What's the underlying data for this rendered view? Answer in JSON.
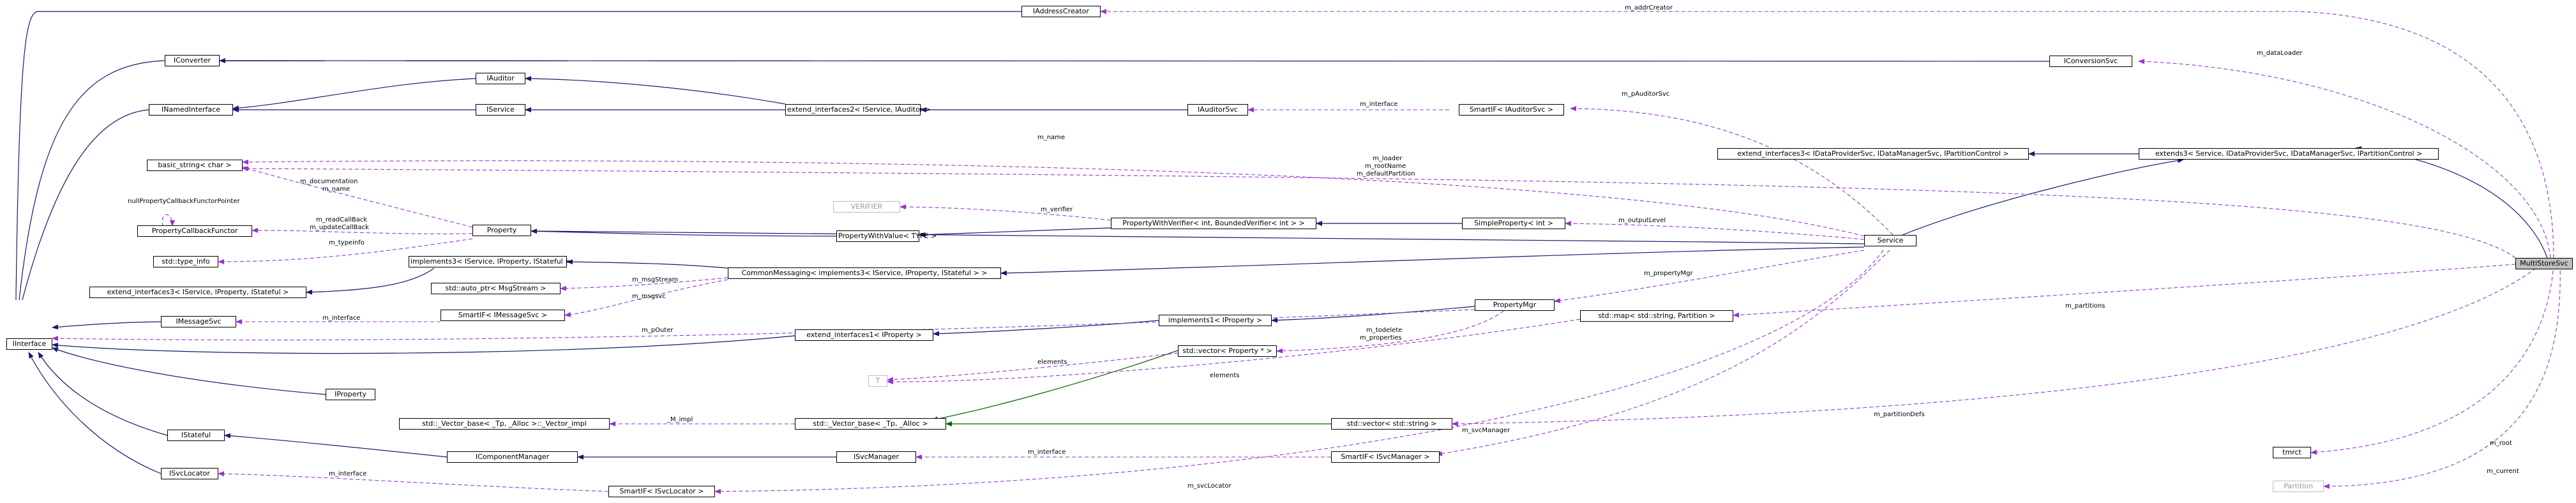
{
  "colors": {
    "inheritance": "#191970",
    "public_inheritance": "#006400",
    "usage": "#9a32cd",
    "box_border": "#000000",
    "ghost_border": "#bfbfbf",
    "root_fill": "#bfbfbf"
  },
  "nodes": {
    "IAddressCreator": "IAddressCreator",
    "IConverter": "IConverter",
    "IConversionSvc": "IConversionSvc",
    "IAuditor": "IAuditor",
    "INamedInterface": "INamedInterface",
    "IService": "IService",
    "ext2": "extend_interfaces2< IService, IAuditor >",
    "IAuditorSvc": "IAuditorSvc",
    "SmartIFAuditor": "SmartIF< IAuditorSvc >",
    "basicString": "basic_string< char >",
    "ext3": "extend_interfaces3< IDataProviderSvc, IDataManagerSvc, IPartitionControl >",
    "extends3": "extends3< Service, IDataProviderSvc, IDataManagerSvc, IPartitionControl >",
    "PCFP": "PropertyCallbackFunctor",
    "VERIFIER": "VERIFIER",
    "Property": "Property",
    "PWV": "PropertyWithValue< TYPE >",
    "PWVerifier": "PropertyWithVerifier< int, BoundedVerifier< int > >",
    "SimpleProperty": "SimpleProperty< int >",
    "typeInfo": "std::type_info",
    "impl3": "implements3< IService, IProperty, IStateful >",
    "extIf3": "extend_interfaces3< IService, IProperty, IStateful >",
    "CommonMessaging": "CommonMessaging< implements3< IService, IProperty, IStateful > >",
    "Service": "Service",
    "MultiStoreSvc": "MultiStoreSvc",
    "autoPtr": "std::auto_ptr< MsgStream >",
    "IMessageSvc": "IMessageSvc",
    "SmartIFMsg": "SmartIF< IMessageSvc >",
    "PropertyMgr": "PropertyMgr",
    "impl1": "implements1< IProperty >",
    "IInterface": "IInterface",
    "extIf1": "extend_interfaces1< IProperty >",
    "vecProp": "std::vector< Property * >",
    "stdMap": "std::map< std::string, Partition >",
    "T": "T",
    "IProperty": "IProperty",
    "vecBaseImpl": "std::_Vector_base< _Tp, _Alloc >::_Vector_impl",
    "vecBase": "std::_Vector_base< _Tp, _Alloc >",
    "vecString": "std::vector< std::string >",
    "IStateful": "IStateful",
    "IComponentManager": "IComponentManager",
    "ISvcManager": "ISvcManager",
    "SmartIFSvcMgr": "SmartIF< ISvcManager >",
    "tmrct": "tmrct",
    "ISvcLocator": "ISvcLocator",
    "SmartIFSvcLoc": "SmartIF< ISvcLocator >",
    "Partition": "Partition"
  },
  "labels": {
    "m_addrCreator": "m_addrCreator",
    "m_dataLoader": "m_dataLoader",
    "m_pAuditorSvc": "m_pAuditorSvc",
    "m_interface_auditor": "m_interface",
    "m_name": "m_name",
    "m_loader": "m_loader",
    "m_rootName": "m_rootName",
    "m_defaultPartition": "m_defaultPartition",
    "nullPCFP": "nullPropertyCallbackFunctorPointer",
    "m_documentation": "m_documentation",
    "m_name2": "m_name",
    "m_readCallBack": "m_readCallBack",
    "m_updateCallBack": "m_updateCallBack",
    "m_typeinfo": "m_typeinfo",
    "m_verifier": "m_verifier",
    "m_outputLevel": "m_outputLevel",
    "m_msgStream": "m_msgStream",
    "m_propertyMgr": "m_propertyMgr",
    "m_msgsvc": "m_msgsvc",
    "m_interface_msg": "m_interface",
    "m_pOuter": "m_pOuter",
    "m_todelete": "m_todelete",
    "m_properties": "m_properties",
    "m_partitions": "m_partitions",
    "elements1": "elements",
    "elements2": "elements",
    "M_impl": "_M_impl",
    "m_partitionDefs": "m_partitionDefs",
    "m_svcManager": "m_svcManager",
    "m_interface_svcmgr": "m_interface",
    "m_root": "m_root",
    "m_interface_svcloc": "m_interface",
    "m_svcLocator": "m_svcLocator",
    "m_current": "m_current"
  }
}
